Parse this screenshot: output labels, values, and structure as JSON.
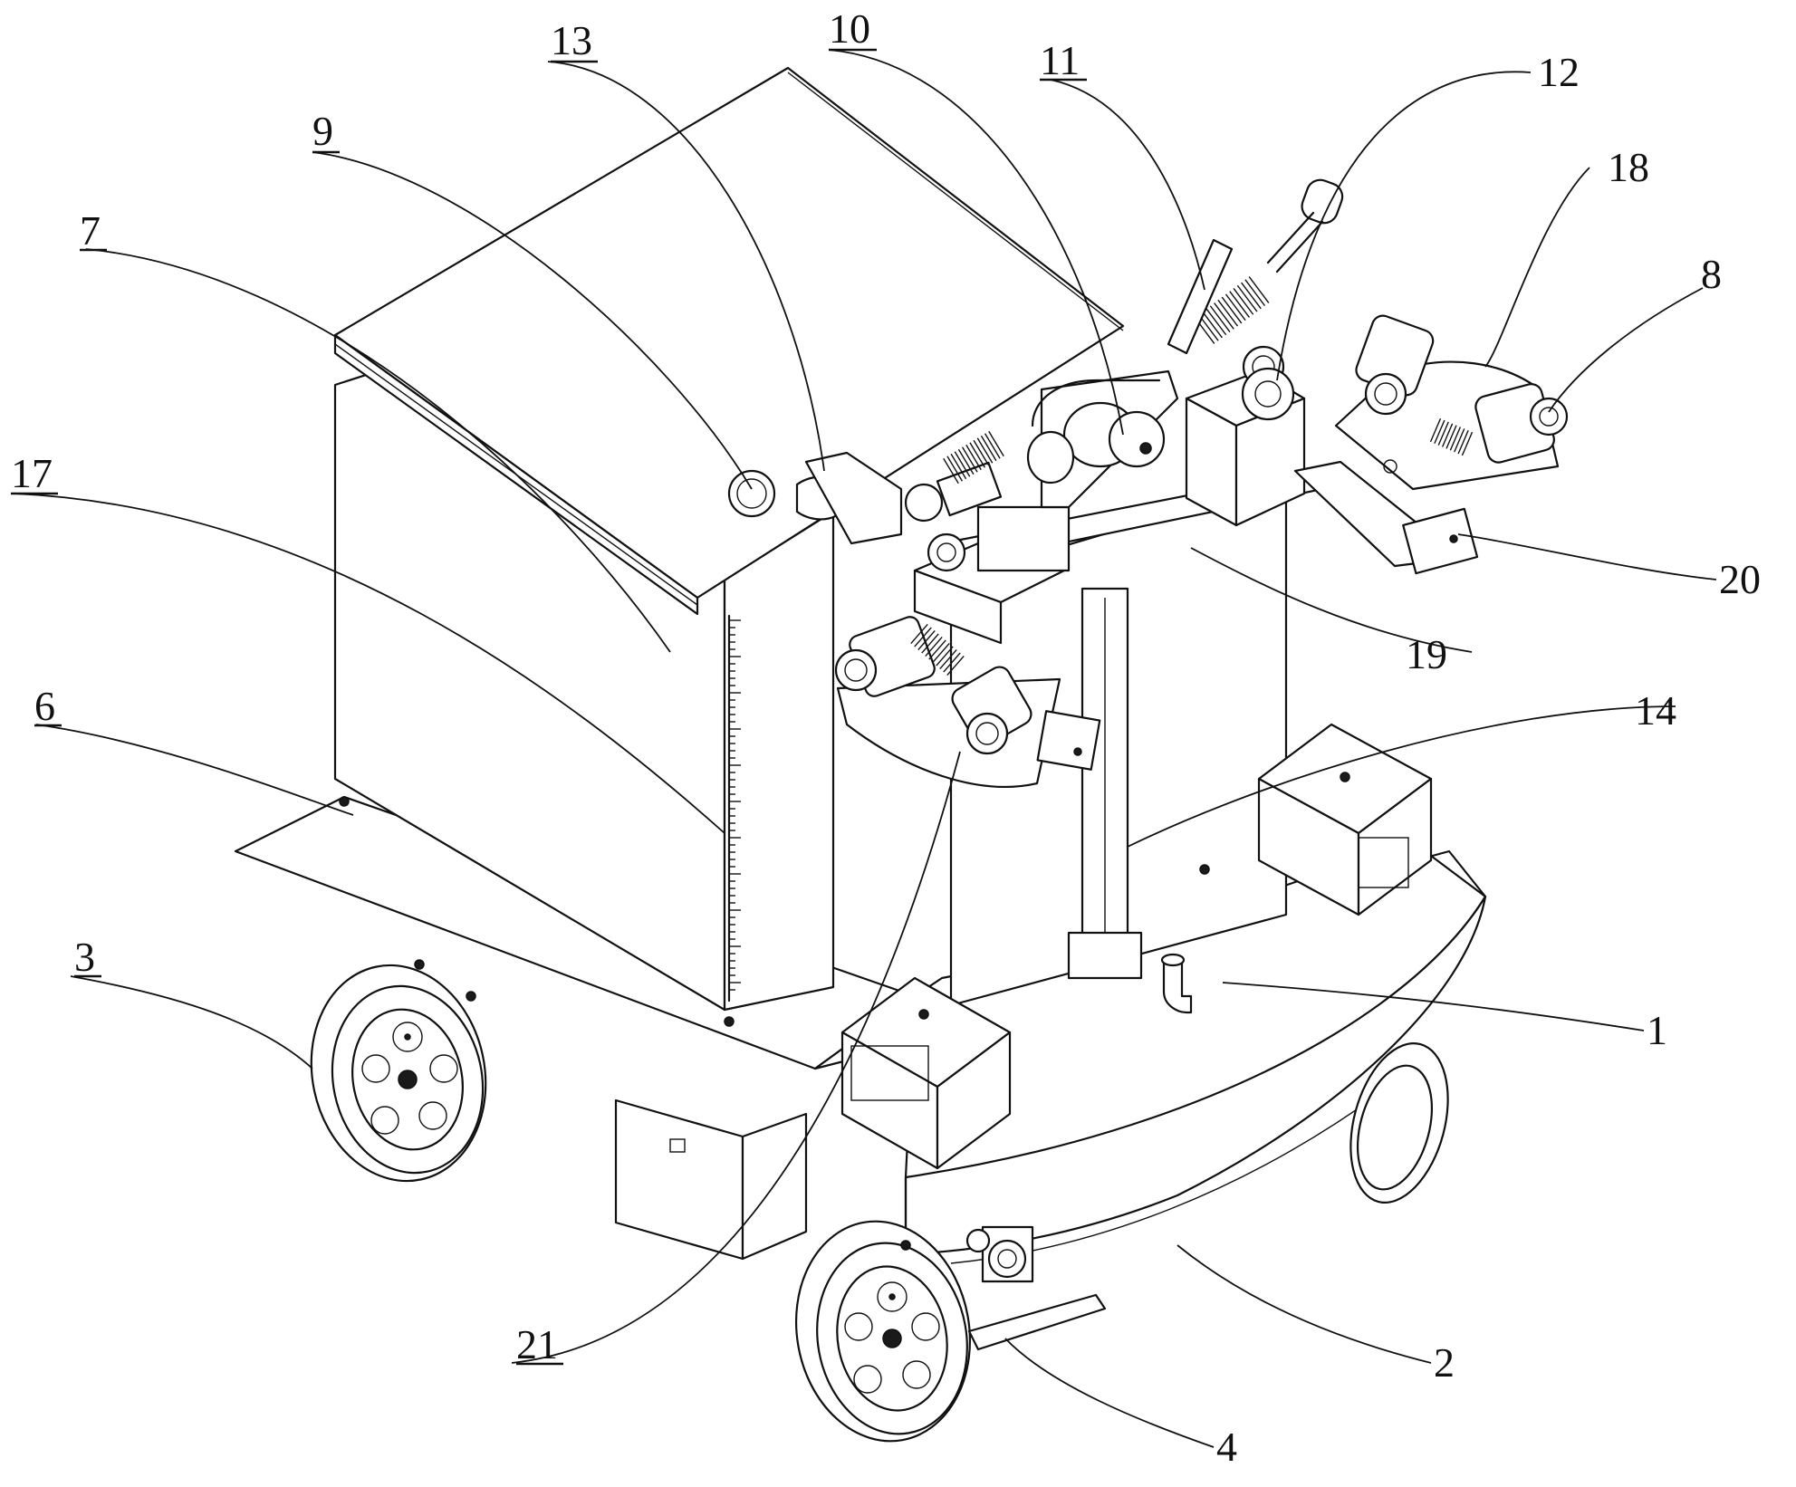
{
  "callouts": [
    {
      "id": "1",
      "label": "1"
    },
    {
      "id": "2",
      "label": "2"
    },
    {
      "id": "3",
      "label": "3"
    },
    {
      "id": "4",
      "label": "4"
    },
    {
      "id": "6",
      "label": "6"
    },
    {
      "id": "7",
      "label": "7"
    },
    {
      "id": "8",
      "label": "8"
    },
    {
      "id": "9",
      "label": "9"
    },
    {
      "id": "10",
      "label": "10"
    },
    {
      "id": "11",
      "label": "11"
    },
    {
      "id": "12",
      "label": "12"
    },
    {
      "id": "13",
      "label": "13"
    },
    {
      "id": "14",
      "label": "14"
    },
    {
      "id": "17",
      "label": "17"
    },
    {
      "id": "18",
      "label": "18"
    },
    {
      "id": "19",
      "label": "19"
    },
    {
      "id": "20",
      "label": "20"
    },
    {
      "id": "21",
      "label": "21"
    }
  ]
}
